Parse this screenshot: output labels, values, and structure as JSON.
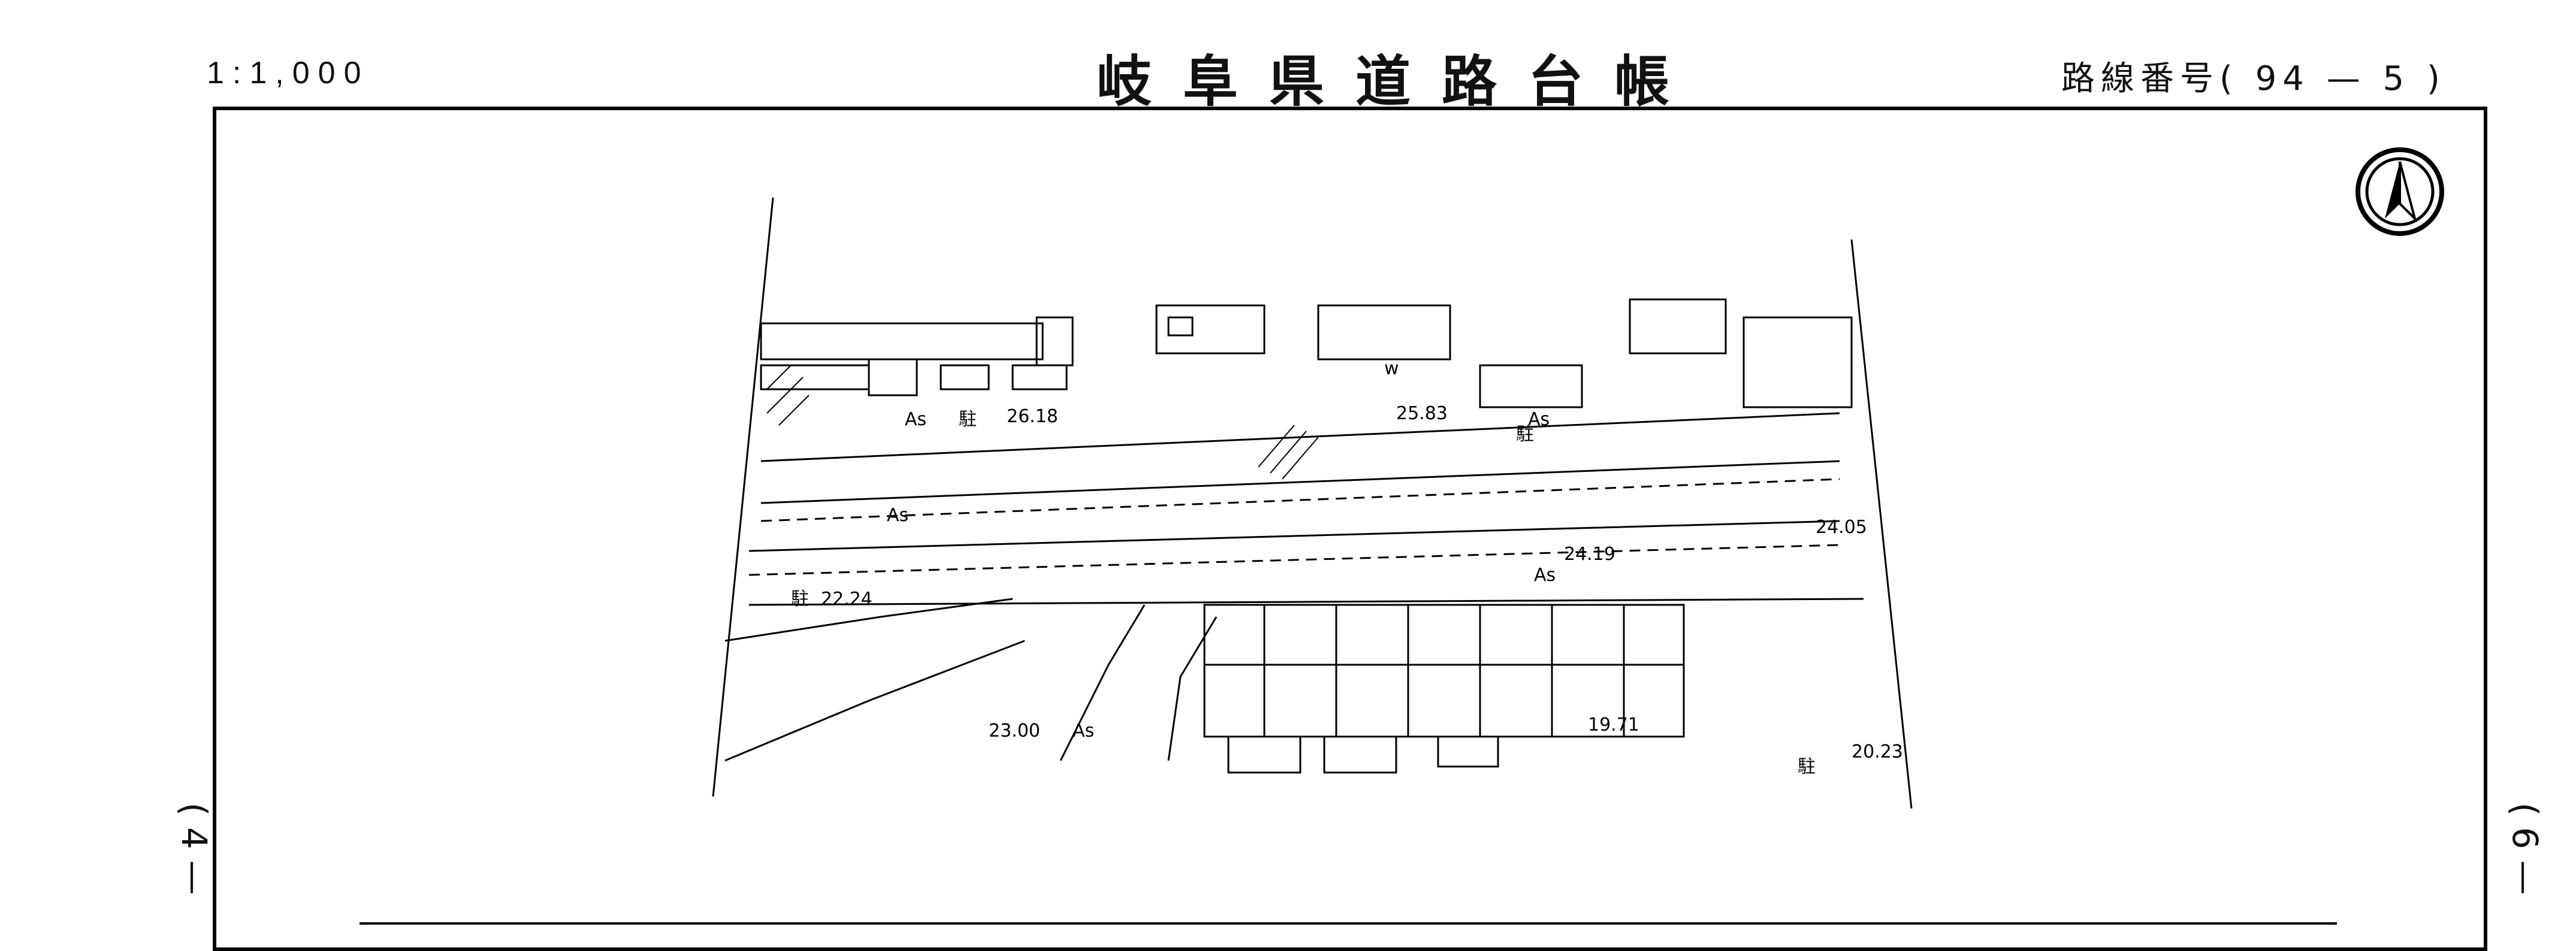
{
  "header": {
    "scale": "1:1,000",
    "title": "岐阜県道路台帳",
    "route_number": "路線番号( 94 — 5 )"
  },
  "side_refs": {
    "left": "( 4 —",
    "right": "( 6 —"
  },
  "map": {
    "surface_label": "As",
    "parking_symbol": "駐",
    "elevations": [
      "26.18",
      "25.83",
      "24.05",
      "24.19",
      "22.24",
      "23.00",
      "19.71",
      "20.23"
    ],
    "annotation_w": "w",
    "north_arrow": "north-arrow-icon"
  }
}
